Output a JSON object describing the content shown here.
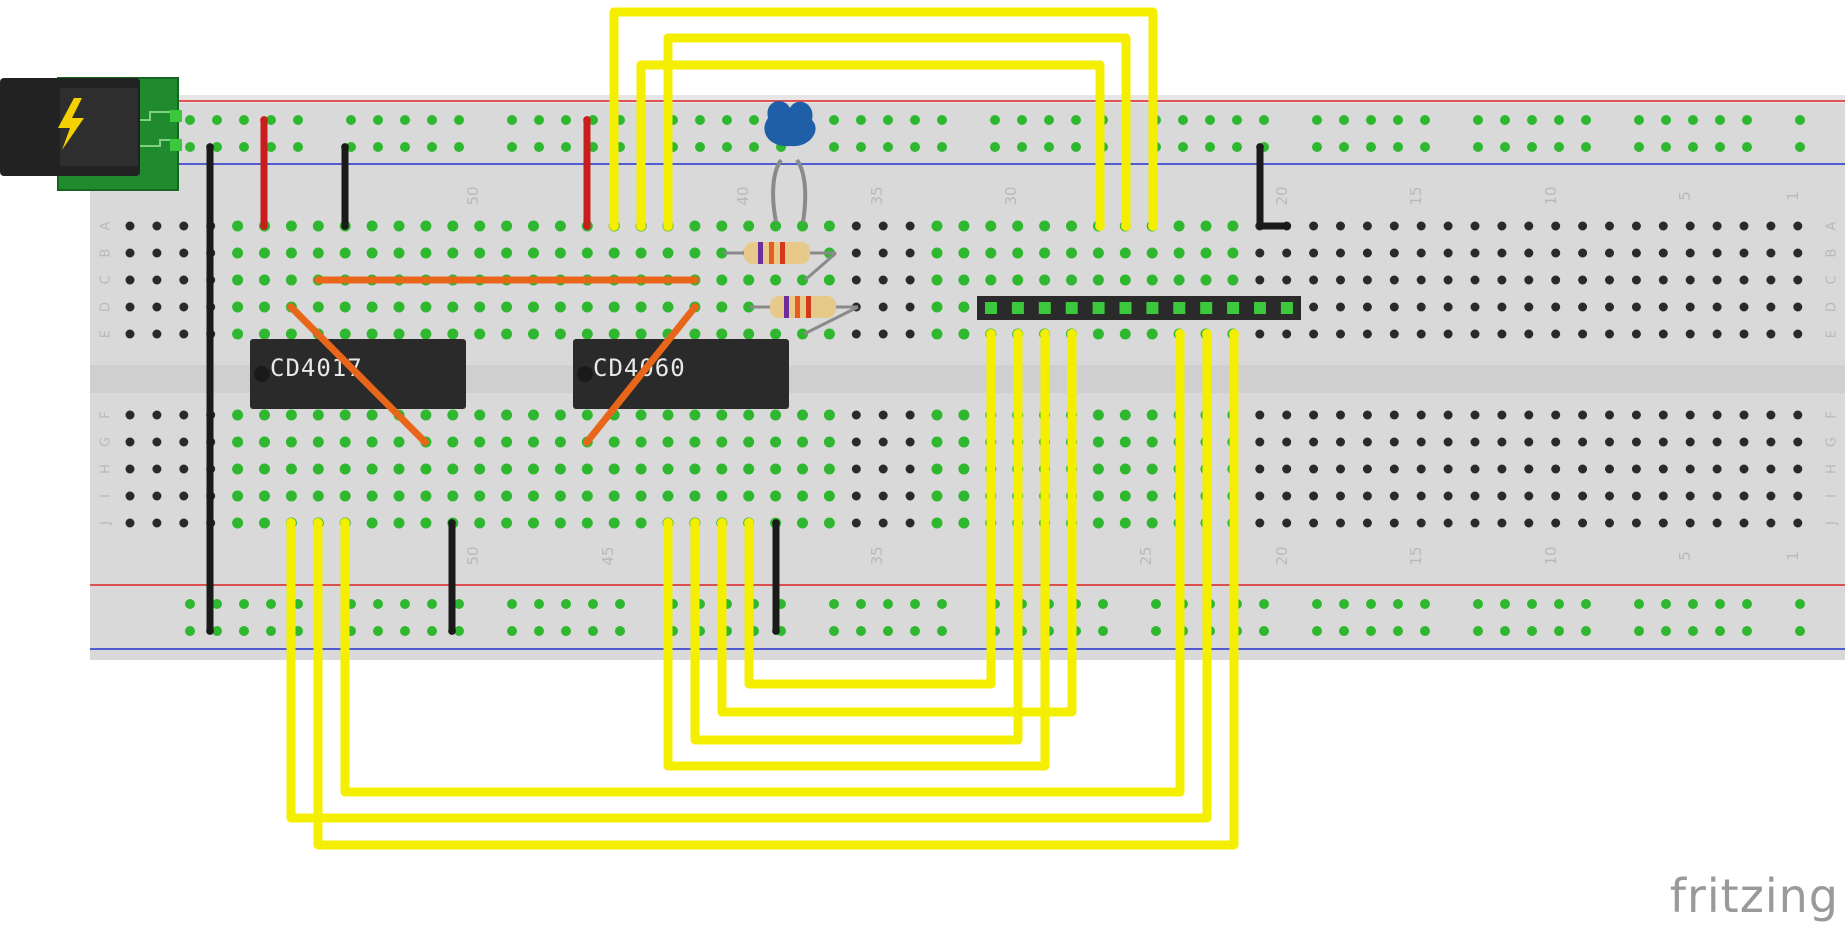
{
  "chips": [
    {
      "label": "CD4017"
    },
    {
      "label": "CD4060"
    }
  ],
  "column_numbers": {
    "top": [
      "50",
      "40",
      "35",
      "30",
      "20",
      "15",
      "10",
      "5",
      "1"
    ],
    "bottom": [
      "50",
      "45",
      "35",
      "25",
      "20",
      "15",
      "10",
      "5",
      "1"
    ]
  },
  "row_labels": {
    "upper": [
      "A",
      "B",
      "C",
      "D",
      "E"
    ],
    "lower": [
      "F",
      "G",
      "H",
      "I",
      "J"
    ]
  },
  "brand": "fritzing",
  "colors": {
    "board": "#d9d9d9",
    "yellow_wire": "#f4ee00",
    "orange_wire": "#e8661a",
    "red_wire": "#c81e1e",
    "black_wire": "#1a1a1a",
    "rail_red": "#d22",
    "rail_blue": "#2233cc",
    "hole_active": "#2fb82f",
    "chip": "#2a2a2a",
    "capacitor": "#1f5fa8"
  }
}
